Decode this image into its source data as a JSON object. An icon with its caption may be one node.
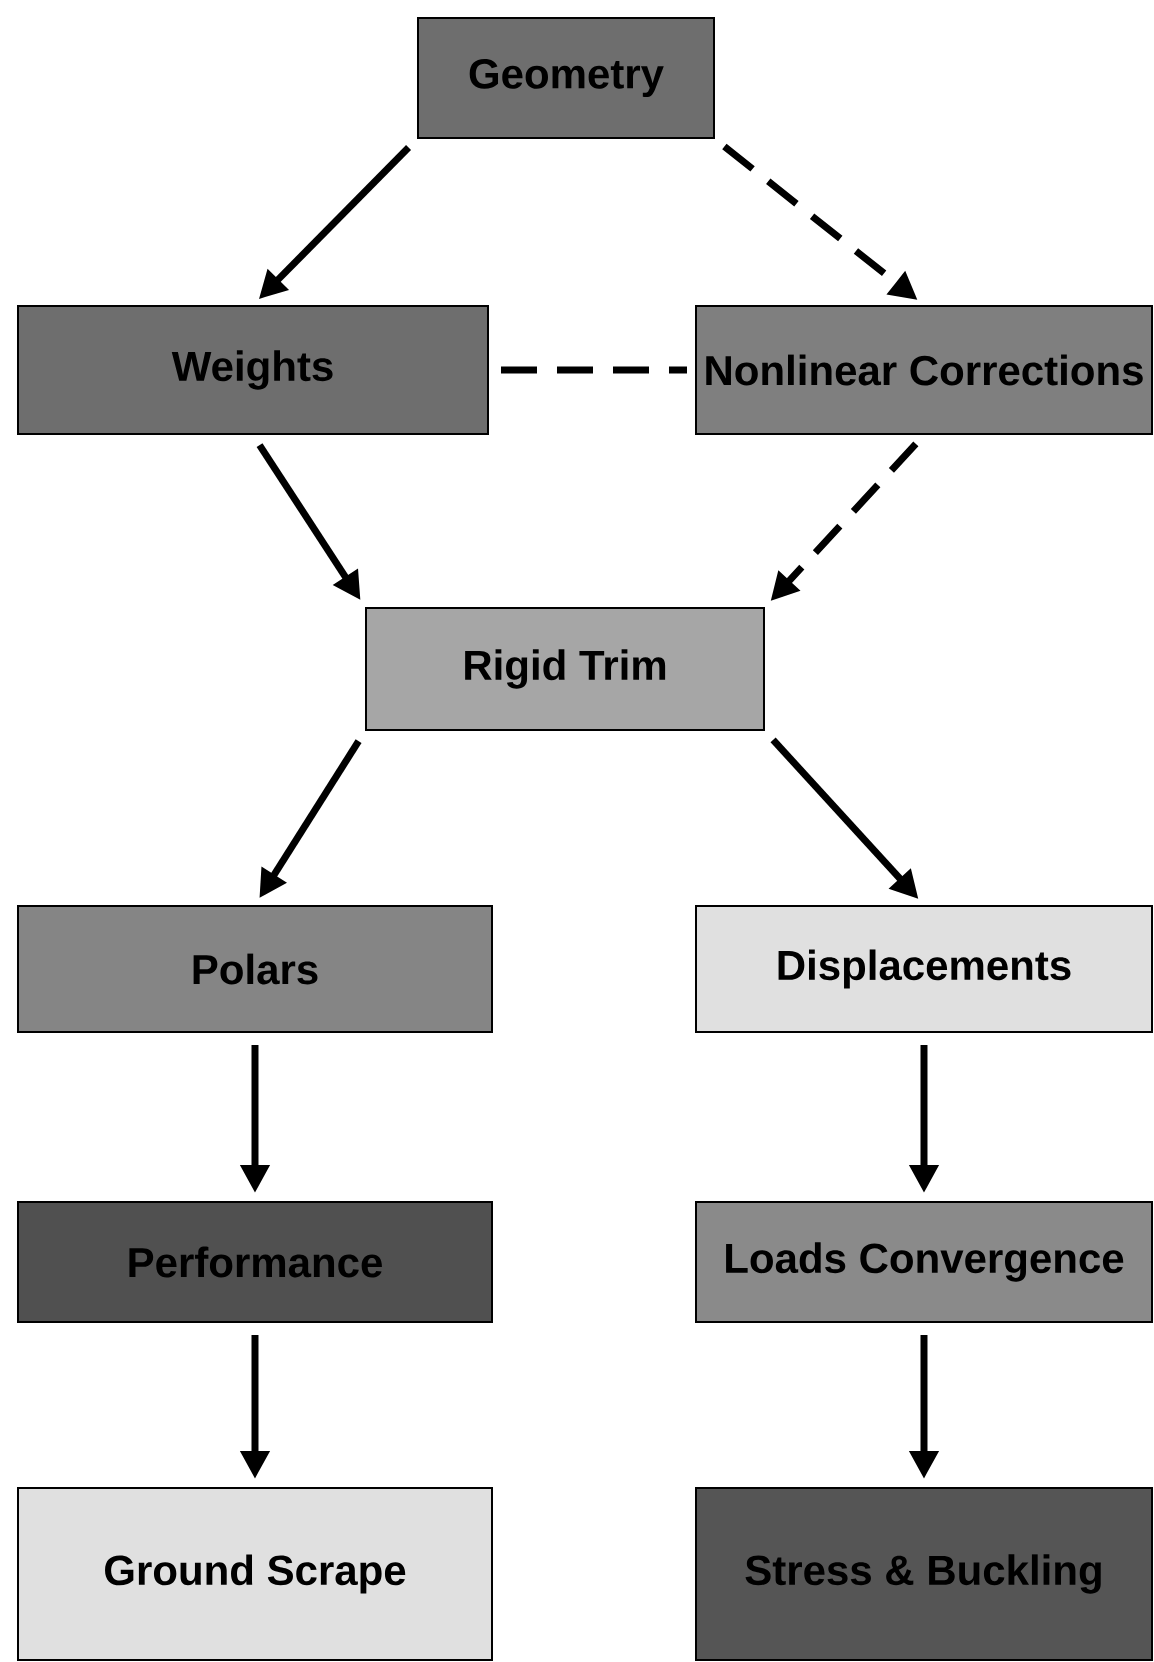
{
  "diagram": {
    "nodes": [
      {
        "text": [
          "Geometry"
        ]
      },
      {
        "text": [
          "Weights"
        ]
      },
      {
        "text": [
          "Nonlinear Corrections"
        ]
      },
      {
        "text": [
          "Rigid Trim"
        ]
      },
      {
        "text": [
          "Polars"
        ]
      },
      {
        "text": [
          "Displacements"
        ]
      },
      {
        "text": [
          "Performance"
        ]
      },
      {
        "text": [
          "Loads Convergence"
        ]
      },
      {
        "text": [
          "Ground Scrape"
        ]
      },
      {
        "text": [
          "Stress & Buckling"
        ]
      }
    ],
    "edges": [
      {
        "from": 0,
        "to": 1,
        "arrow": "to"
      },
      {
        "from": 0,
        "to": 2,
        "arrow": "to",
        "style": "dashed"
      },
      {
        "from": 1,
        "to": 2,
        "arrow": "none",
        "style": "dashed"
      },
      {
        "from": 1,
        "to": 3,
        "arrow": "to"
      },
      {
        "from": 2,
        "to": 3,
        "arrow": "to",
        "style": "dashed"
      },
      {
        "from": 3,
        "to": 4,
        "arrow": "to"
      },
      {
        "from": 3,
        "to": 5,
        "arrow": "to"
      },
      {
        "from": 4,
        "to": 6,
        "arrow": "to"
      },
      {
        "from": 6,
        "to": 8,
        "arrow": "to"
      },
      {
        "from": 5,
        "to": 7,
        "arrow": "to"
      },
      {
        "from": 7,
        "to": 9,
        "arrow": "to"
      }
    ]
  }
}
